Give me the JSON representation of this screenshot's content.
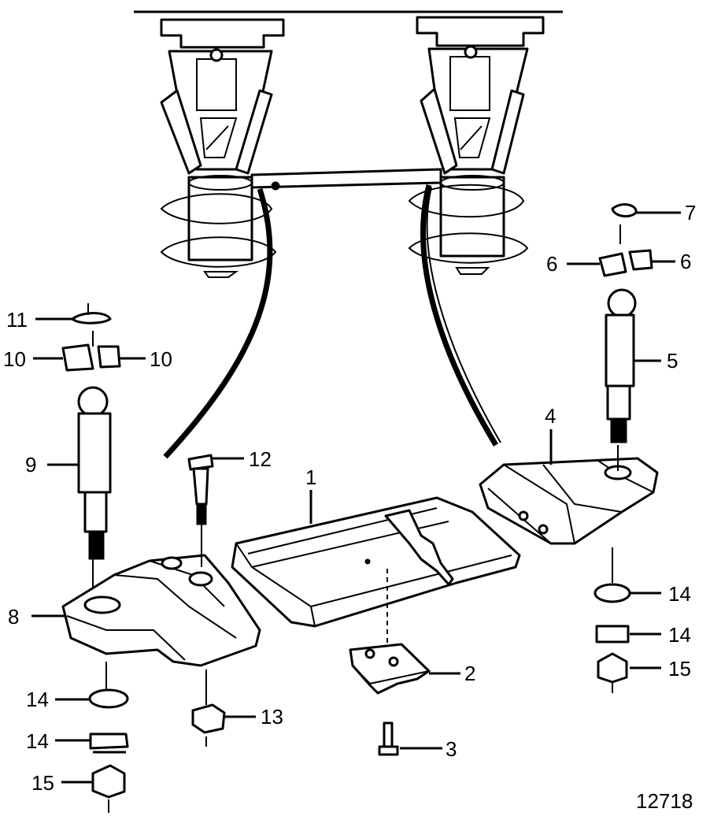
{
  "figure_number": "12718",
  "callouts": [
    {
      "id": "callout-1",
      "text": "1"
    },
    {
      "id": "callout-2",
      "text": "2"
    },
    {
      "id": "callout-3",
      "text": "3"
    },
    {
      "id": "callout-4",
      "text": "4"
    },
    {
      "id": "callout-5",
      "text": "5"
    },
    {
      "id": "callout-6a",
      "text": "6"
    },
    {
      "id": "callout-6b",
      "text": "6"
    },
    {
      "id": "callout-7",
      "text": "7"
    },
    {
      "id": "callout-8",
      "text": "8"
    },
    {
      "id": "callout-9",
      "text": "9"
    },
    {
      "id": "callout-10a",
      "text": "10"
    },
    {
      "id": "callout-10b",
      "text": "10"
    },
    {
      "id": "callout-11",
      "text": "11"
    },
    {
      "id": "callout-12",
      "text": "12"
    },
    {
      "id": "callout-13",
      "text": "13"
    },
    {
      "id": "callout-14a",
      "text": "14"
    },
    {
      "id": "callout-14b",
      "text": "14"
    },
    {
      "id": "callout-14c",
      "text": "14"
    },
    {
      "id": "callout-14d",
      "text": "14"
    },
    {
      "id": "callout-15a",
      "text": "15"
    },
    {
      "id": "callout-15b",
      "text": "15"
    }
  ]
}
